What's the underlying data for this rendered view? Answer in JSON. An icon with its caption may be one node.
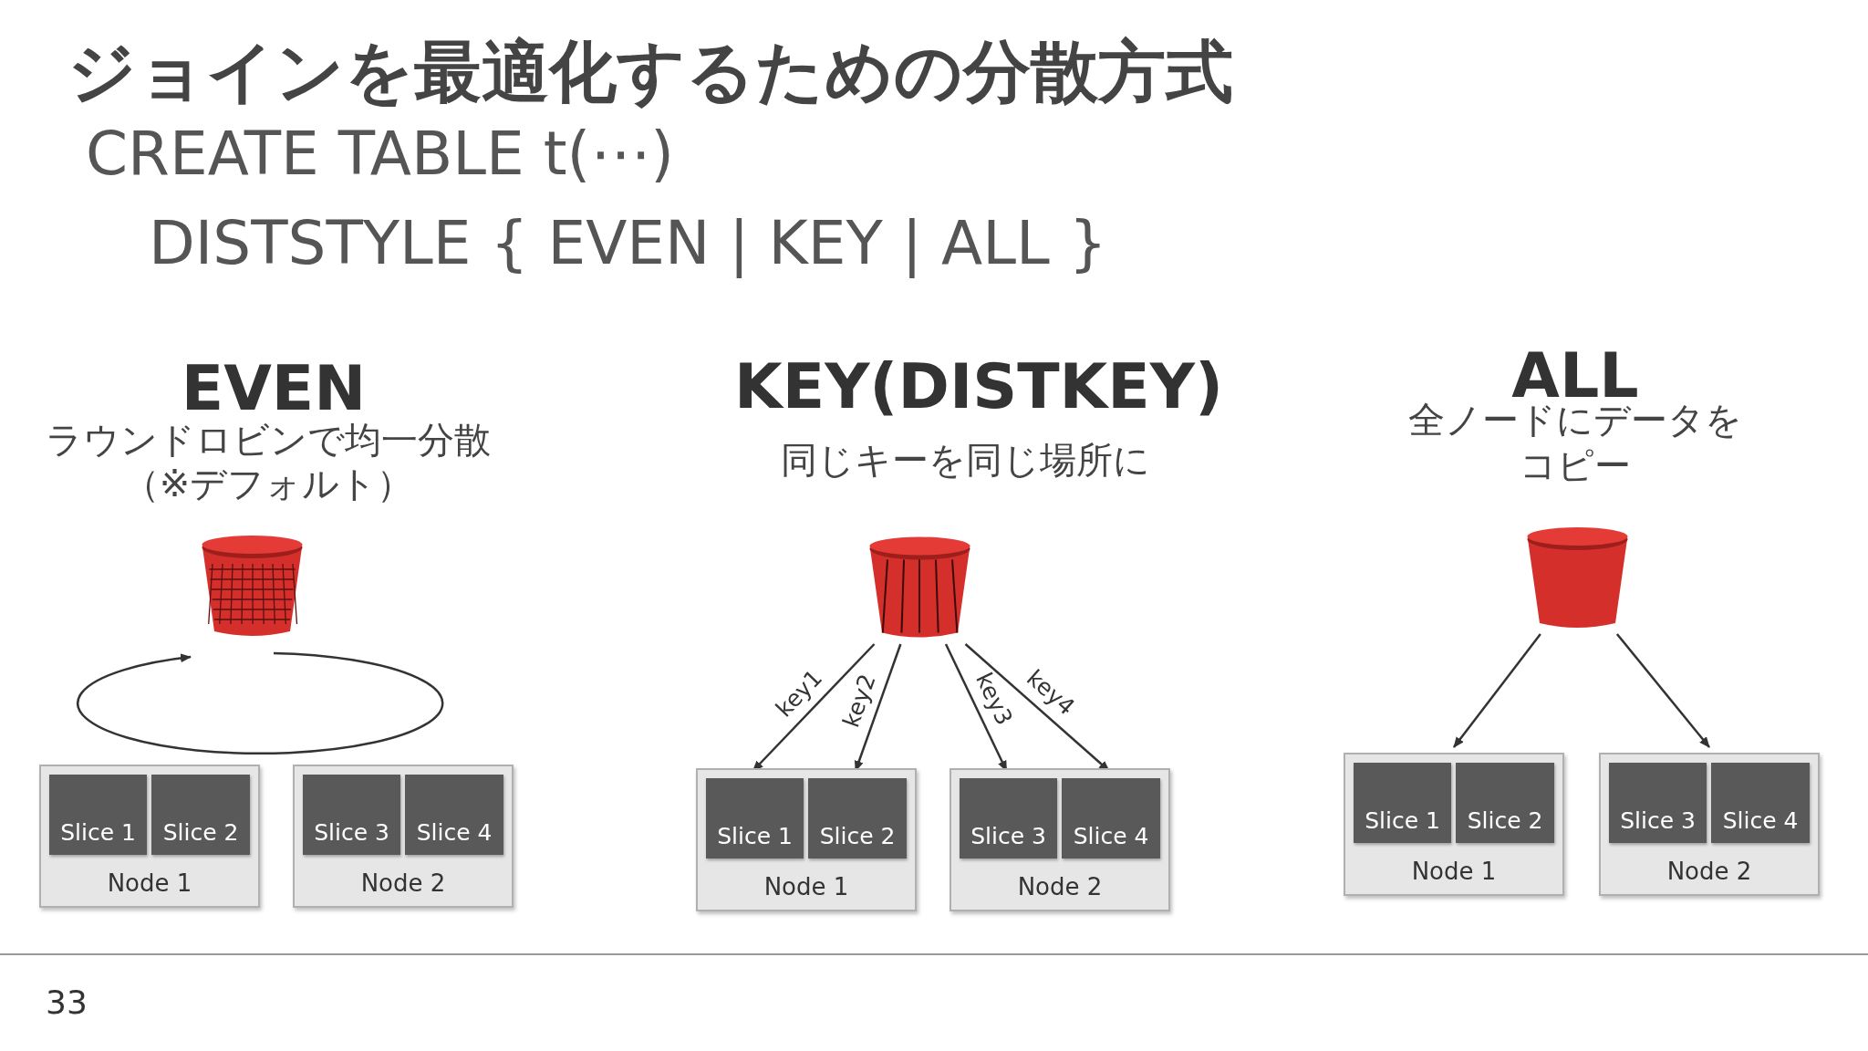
{
  "diagram": {
    "title": "ジョインを最適化するための分散方式",
    "nodes": [
      {
        "text": [],
        "shape": "cylinder"
      },
      {
        "text": [
          "Node 1"
        ]
      },
      {
        "text": [
          "Slice 1"
        ],
        "in": 1
      },
      {
        "text": [
          "Slice 2"
        ],
        "in": 1
      },
      {
        "text": [
          "Node 2"
        ]
      },
      {
        "text": [
          "Slice 3"
        ],
        "in": 4
      },
      {
        "text": [
          "Slice 4"
        ],
        "in": 4
      },
      {
        "text": [],
        "shape": "cylinder"
      },
      {
        "text": [
          "Node 1"
        ]
      },
      {
        "text": [
          "Slice 1"
        ],
        "in": 8
      },
      {
        "text": [
          "Slice 2"
        ],
        "in": 8
      },
      {
        "text": [
          "Node 2"
        ]
      },
      {
        "text": [
          "Slice 3"
        ],
        "in": 11
      },
      {
        "text": [
          "Slice 4"
        ],
        "in": 11
      },
      {
        "text": [],
        "shape": "cylinder"
      },
      {
        "text": [
          "Node 1"
        ]
      },
      {
        "text": [
          "Slice 1"
        ],
        "in": 15
      },
      {
        "text": [
          "Slice 2"
        ],
        "in": 15
      },
      {
        "text": [
          "Node 2"
        ]
      },
      {
        "text": [
          "Slice 3"
        ],
        "in": 18
      },
      {
        "text": [
          "Slice 4"
        ],
        "in": 18
      }
    ],
    "edges": [
      {
        "from": 7,
        "to": 9,
        "arrow": "to",
        "label": "key1"
      },
      {
        "from": 7,
        "to": 10,
        "arrow": "to",
        "label": "key2"
      },
      {
        "from": 7,
        "to": 12,
        "arrow": "to",
        "label": "key3"
      },
      {
        "from": 7,
        "to": 13,
        "arrow": "to",
        "label": "key4"
      },
      {
        "from": 14,
        "to": 15,
        "arrow": "to"
      },
      {
        "from": 14,
        "to": 18,
        "arrow": "to"
      }
    ],
    "labels": [
      "CREATE TABLE t(⋯)",
      "DISTSTYLE { EVEN | KEY | ALL }",
      "EVEN",
      "ラウンドロビンで均一分散",
      "（※デフォルト）",
      "KEY(DISTKEY)",
      "同じキーを同じ場所に",
      "ALL",
      "全ノードにデータを",
      "コピー",
      "33"
    ]
  }
}
